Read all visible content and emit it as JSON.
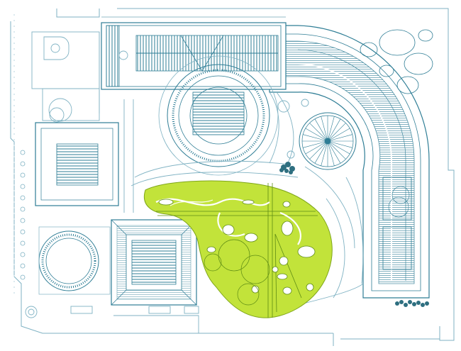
{
  "drawing": {
    "colors": {
      "background": "#ffffff",
      "line": "#2e7d95",
      "line_light": "#7fb2c3",
      "line_faint": "#b8d5df",
      "green_fill": "#c2e33a",
      "green_stroke": "#7fa61a",
      "hatch": "#2e7d95",
      "shrub": "#2e6f80"
    },
    "layers": [
      "site-boundary",
      "curved-stadium-stand",
      "north-hatched-roof",
      "central-circular-arena",
      "radial-pavilion",
      "west-square-building",
      "southwest-square-building",
      "round-stadium",
      "central-green-plaza",
      "plaza-pathways",
      "plaza-ponds",
      "northwest-entrance-block",
      "tree-clusters"
    ]
  }
}
